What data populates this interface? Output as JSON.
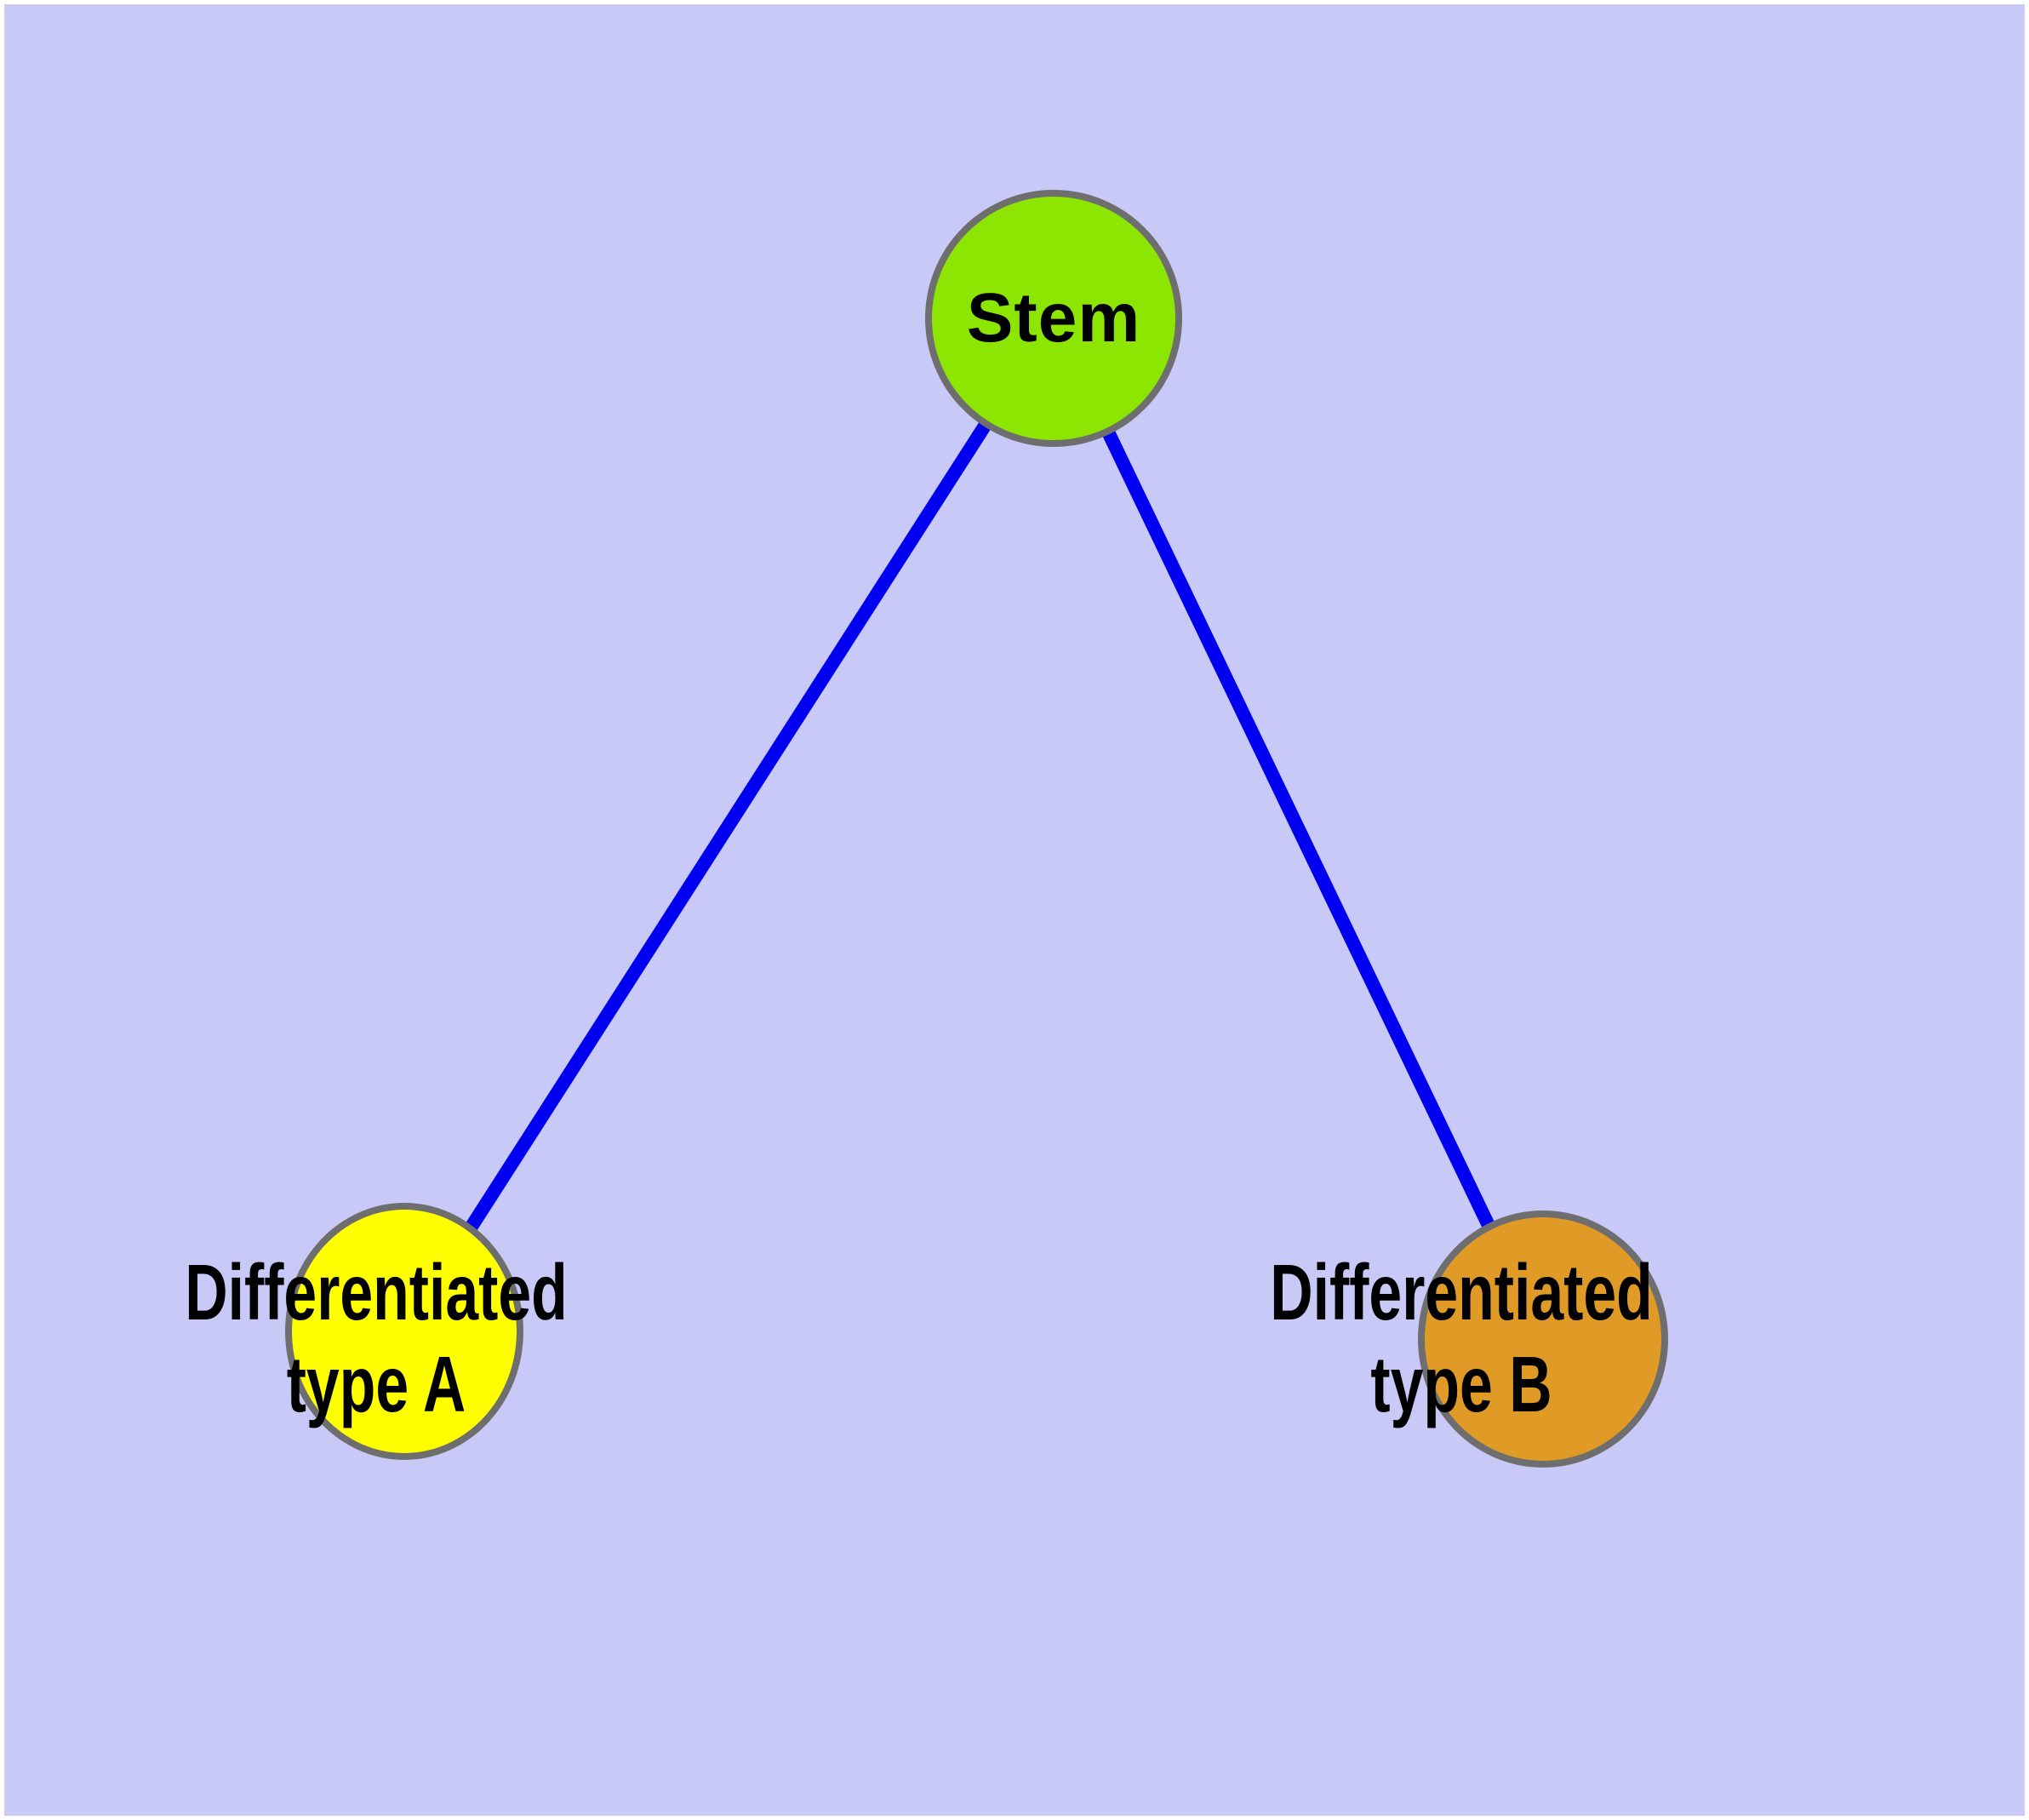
{
  "diagram": {
    "background_color": "#c9c9f8",
    "page_border_color": "#ffffff",
    "edge_color": "#0000f0",
    "node_border_color": "#6e6e6e",
    "label_text_color": "#000000",
    "nodes": [
      {
        "id": "stem",
        "label": "Stem",
        "label_lines": [
          "Stem"
        ],
        "fill": "#8ce602"
      },
      {
        "id": "type-a",
        "label": "Differentiated type A",
        "label_lines": [
          "Differentiated",
          "type A"
        ],
        "fill": "#ffff00"
      },
      {
        "id": "type-b",
        "label": "Differentiated type B",
        "label_lines": [
          "Differentiated",
          "type B"
        ],
        "fill": "#e09a26"
      }
    ],
    "edges": [
      {
        "from": "Stem",
        "to": "Differentiated type A"
      },
      {
        "from": "Stem",
        "to": "Differentiated type B"
      }
    ]
  }
}
